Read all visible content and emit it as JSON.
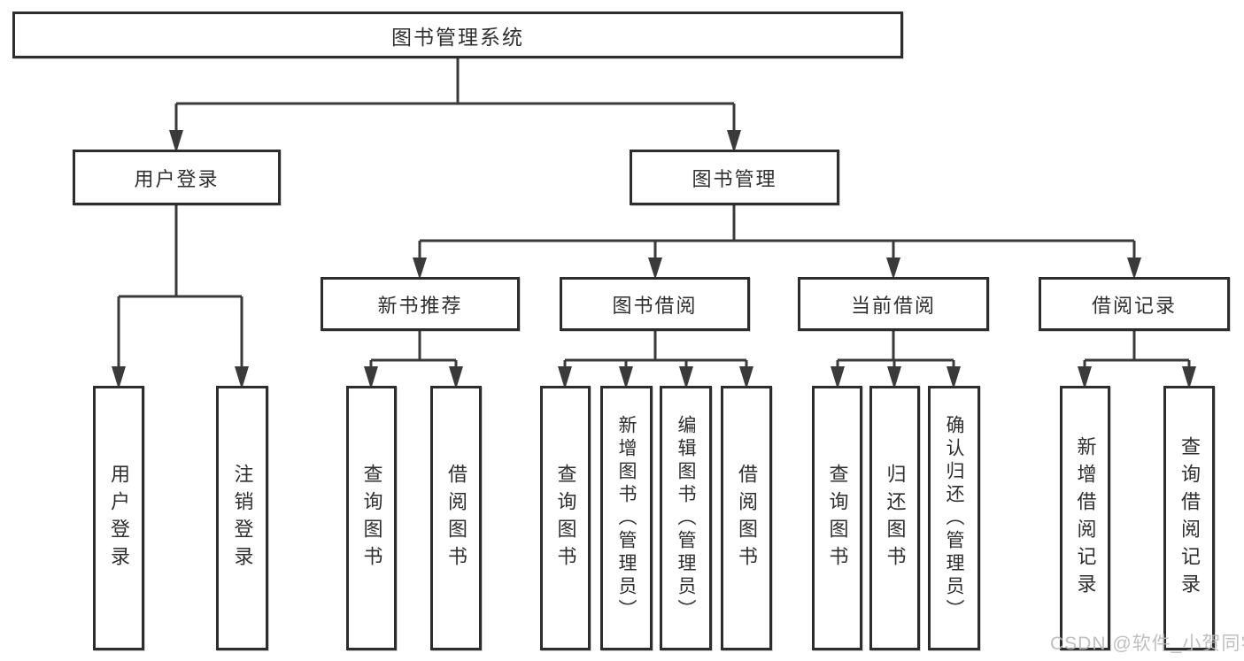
{
  "tree": {
    "root": {
      "label": "图书管理系统"
    },
    "children": [
      {
        "label": "用户登录",
        "children": [
          {
            "label": "用户登录"
          },
          {
            "label": "注销登录"
          }
        ]
      },
      {
        "label": "图书管理",
        "children": [
          {
            "label": "新书推荐",
            "children": [
              {
                "label": "查询图书"
              },
              {
                "label": "借阅图书"
              }
            ]
          },
          {
            "label": "图书借阅",
            "children": [
              {
                "label": "查询图书"
              },
              {
                "label": "新增图书（管理员）"
              },
              {
                "label": "编辑图书（管理员）"
              },
              {
                "label": "借阅图书"
              }
            ]
          },
          {
            "label": "当前借阅",
            "children": [
              {
                "label": "查询图书"
              },
              {
                "label": "归还图书"
              },
              {
                "label": "确认归还（管理员）"
              }
            ]
          },
          {
            "label": "借阅记录",
            "children": [
              {
                "label": "新增借阅记录"
              },
              {
                "label": "查询借阅记录"
              }
            ]
          }
        ]
      }
    ]
  },
  "watermark": {
    "text": "CSDN @软件_小贺同学"
  },
  "colors": {
    "line": "#3a3a3a",
    "box_border": "#2d2d2d",
    "text": "#2f2f2f",
    "background": "#ffffff",
    "watermark": "#b9b9b9"
  }
}
